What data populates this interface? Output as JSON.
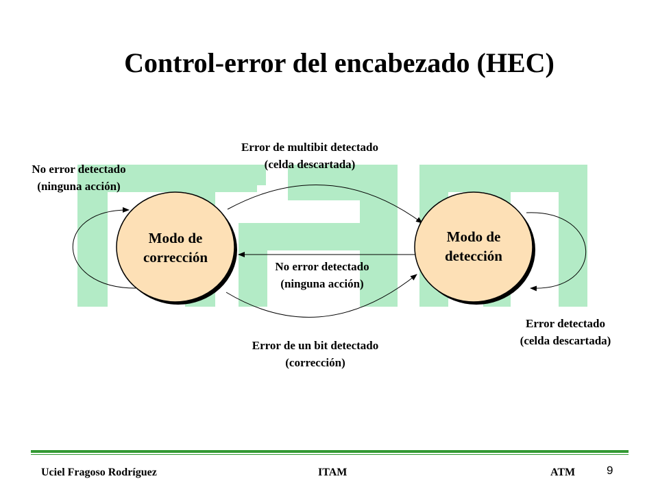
{
  "title": "Control-error del encabezado (HEC)",
  "nodes": {
    "correction": {
      "line1": "Modo de",
      "line2": "corrección"
    },
    "detection": {
      "line1": "Modo de",
      "line2": "detección"
    }
  },
  "labels": {
    "self_correction": {
      "line1": "No error detectado",
      "line2": "(ninguna acción)"
    },
    "multibit": {
      "line1": "Error de multibit detectado",
      "line2": "(celda descartada)"
    },
    "back_no_error": {
      "line1": "No error detectado",
      "line2": "(ninguna acción)"
    },
    "single_bit": {
      "line1": "Error de un bit detectado",
      "line2": "(corrección)"
    },
    "self_detection": {
      "line1": "Error detectado",
      "line2": "(celda descartada)"
    }
  },
  "footer": {
    "author": "Uciel Fragoso Rodríguez",
    "institution": "ITAM",
    "topic": "ATM",
    "page": "9"
  },
  "colors": {
    "watermark": "#b3ebc6",
    "node_fill": "#fde0b6",
    "footer_rule": "#339933"
  }
}
